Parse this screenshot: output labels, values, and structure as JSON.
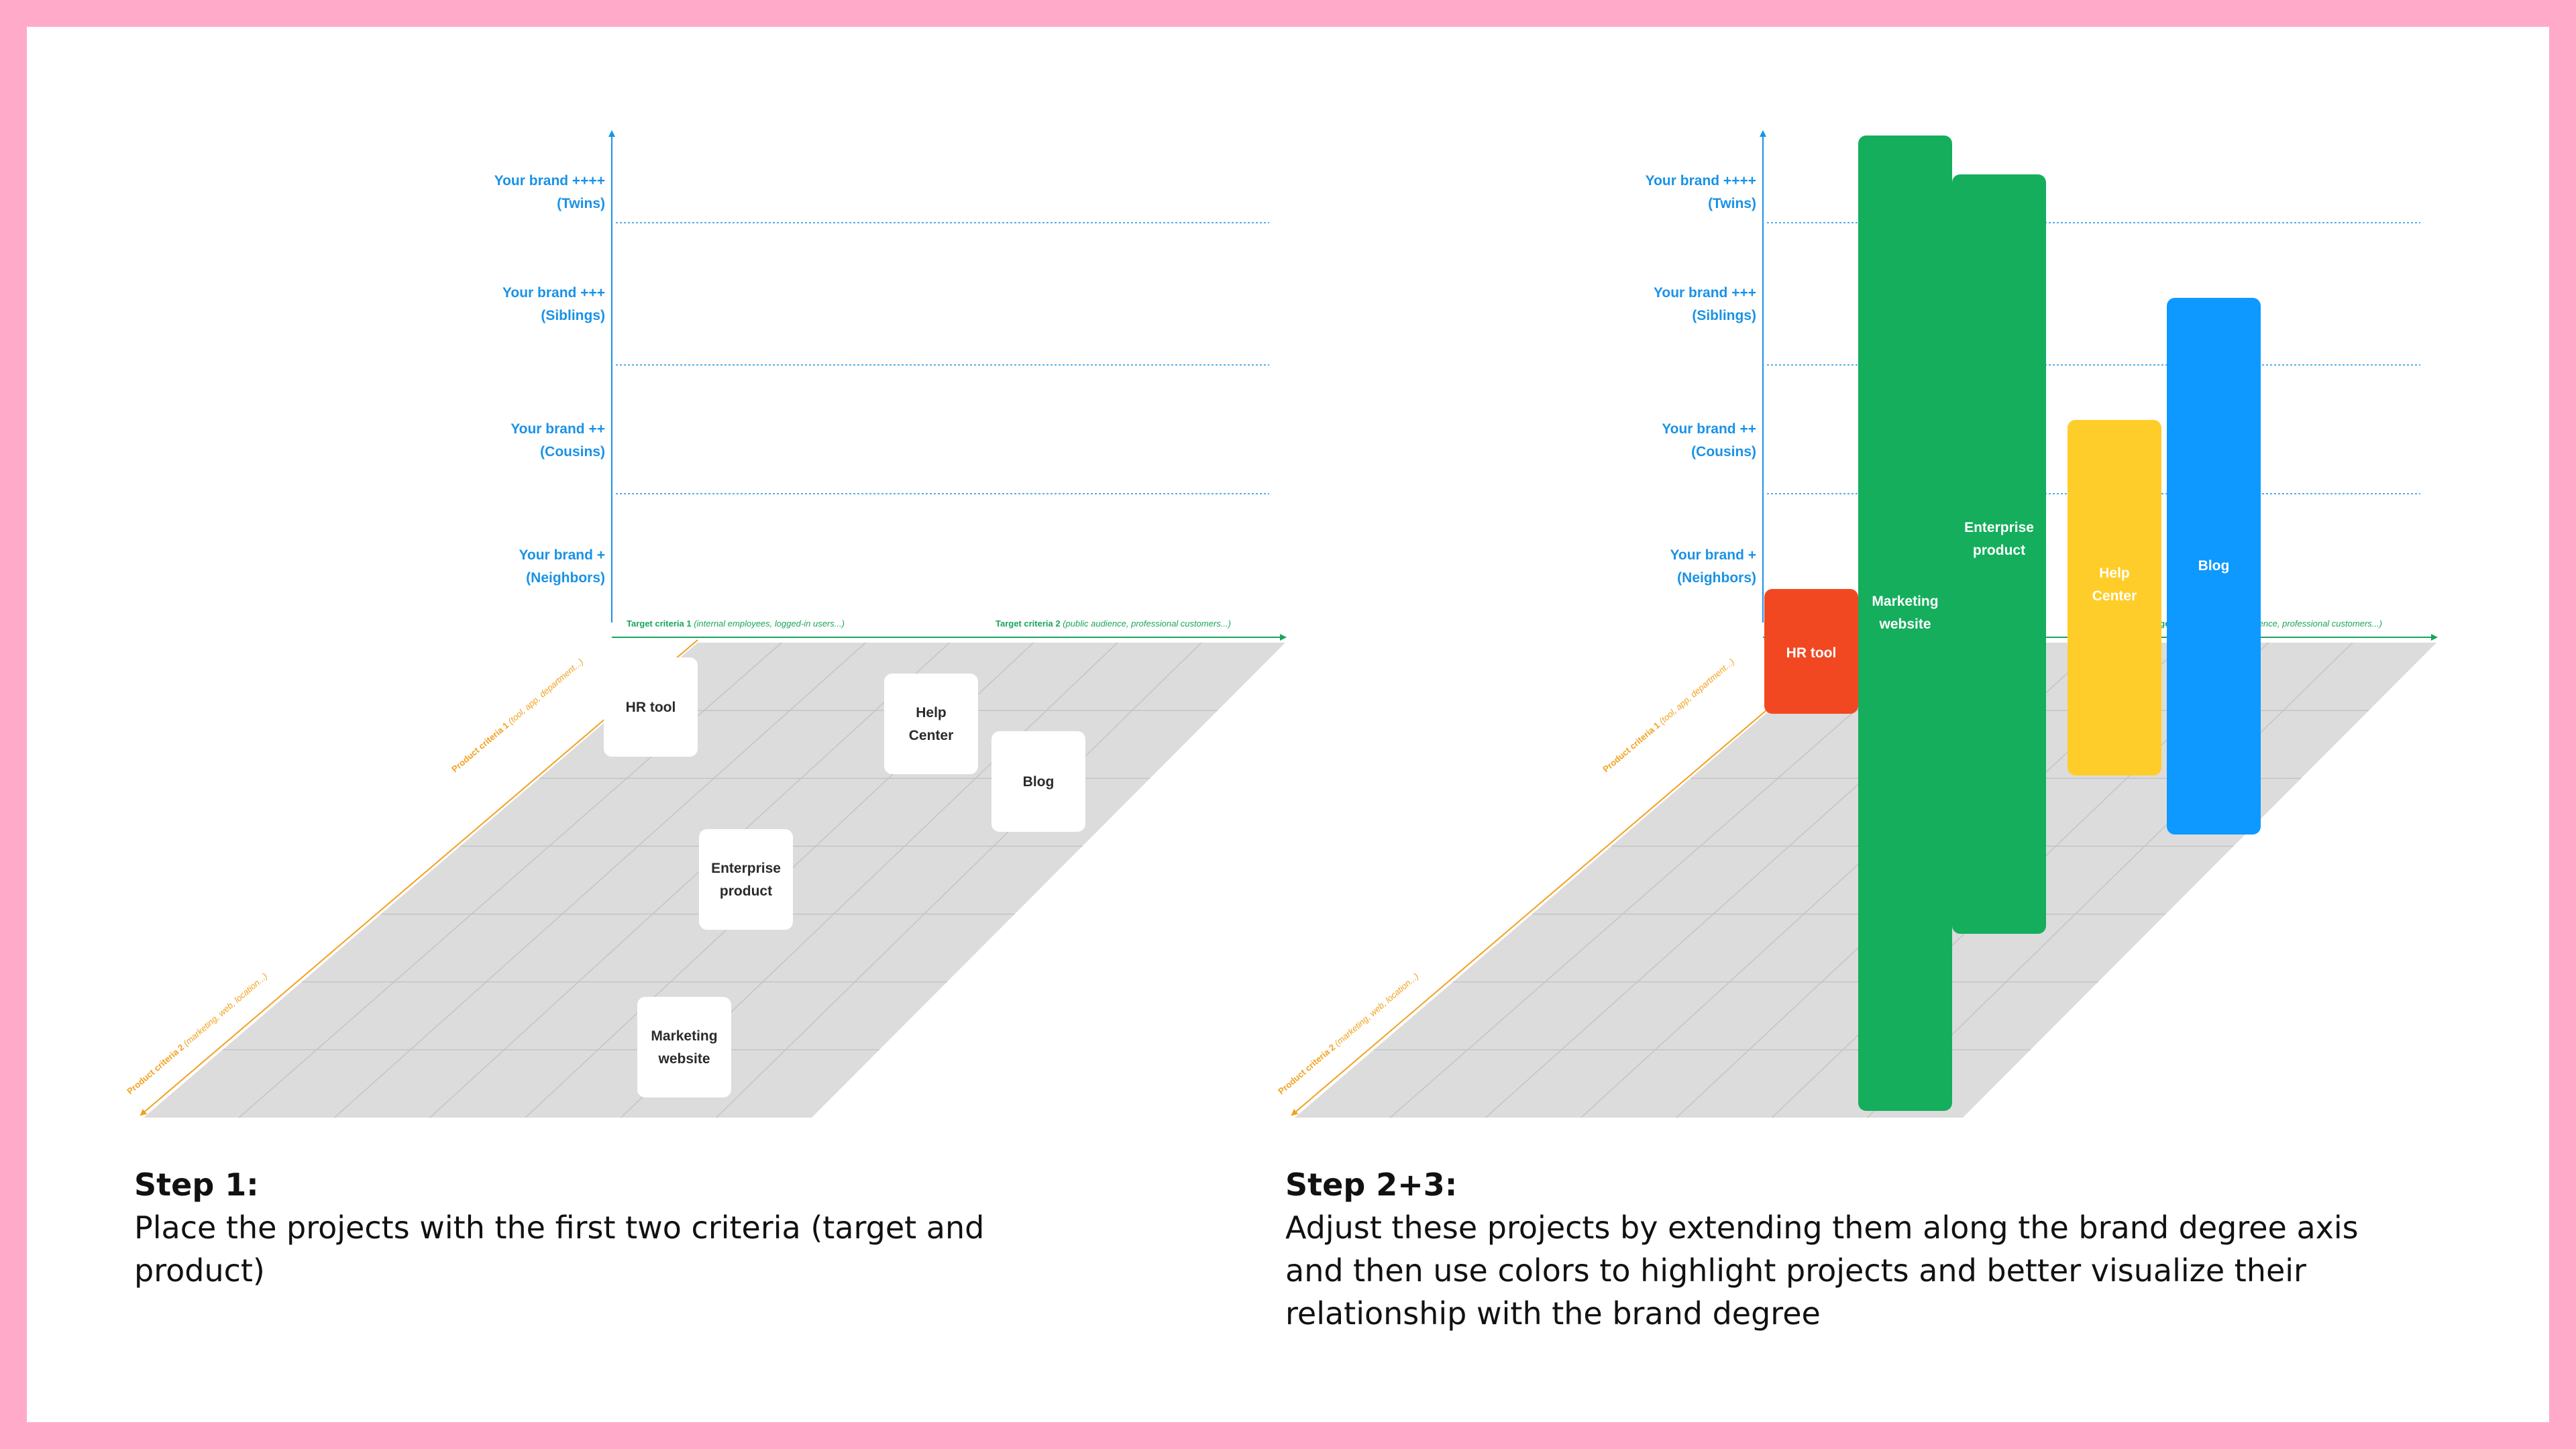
{
  "colors": {
    "border": "#ffaac8",
    "axis_blue": "#1a92e6",
    "axis_green": "#18a65a",
    "axis_orange": "#f2a11f",
    "floor": "#dcdcdc",
    "grid": "#c4c4c4"
  },
  "brand_levels": [
    {
      "line1": "Your brand ++++",
      "line2": "(Twins)"
    },
    {
      "line1": "Your brand +++",
      "line2": "(Siblings)"
    },
    {
      "line1": "Your brand ++",
      "line2": "(Cousins)"
    },
    {
      "line1": "Your brand +",
      "line2": "(Neighbors)"
    }
  ],
  "target_criteria": {
    "left_bold": "Target criteria 1",
    "left_italic": "(internal employees, logged-in users...)",
    "right_bold": "Target criteria 2",
    "right_italic": "(public audience, professional customers...)"
  },
  "product_criteria": {
    "upper_bold": "Product criteria 1",
    "upper_italic": "(tool, app, department...)",
    "lower_bold": "Product criteria 2",
    "lower_italic": "(marketing, web, location...)"
  },
  "panel1": {
    "cards": [
      {
        "id": "hr-tool",
        "lines": [
          "HR tool"
        ]
      },
      {
        "id": "help-center",
        "lines": [
          "Help",
          "Center"
        ]
      },
      {
        "id": "blog",
        "lines": [
          "Blog"
        ]
      },
      {
        "id": "enterprise-product",
        "lines": [
          "Enterprise",
          "product"
        ]
      },
      {
        "id": "marketing-website",
        "lines": [
          "Marketing",
          "website"
        ]
      }
    ]
  },
  "panel2": {
    "bars": [
      {
        "id": "hr-tool",
        "lines": [
          "HR tool"
        ],
        "color": "#f24822"
      },
      {
        "id": "marketing-website",
        "lines": [
          "Marketing",
          "website"
        ],
        "color": "#14ae5c"
      },
      {
        "id": "enterprise-product",
        "lines": [
          "Enterprise",
          "product"
        ],
        "color": "#14ae5c"
      },
      {
        "id": "help-center",
        "lines": [
          "Help",
          "Center"
        ],
        "color": "#ffcd29"
      },
      {
        "id": "blog",
        "lines": [
          "Blog"
        ],
        "color": "#0d99ff"
      }
    ]
  },
  "captions": [
    {
      "step": "Step 1:",
      "lines": [
        "Place the projects with the first two criteria (target and",
        "product)"
      ]
    },
    {
      "step": "Step 2+3:",
      "lines": [
        "Adjust these projects by extending them along the brand degree axis",
        "and then use colors to highlight projects and better visualize their",
        "relationship with the brand degree"
      ]
    }
  ]
}
